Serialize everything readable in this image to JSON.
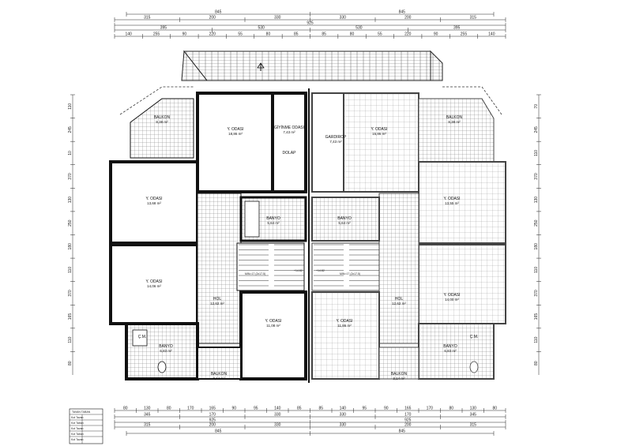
{
  "dims_top": {
    "row1": [
      "845",
      "845"
    ],
    "row2": [
      "315",
      "200",
      "330",
      "330",
      "200",
      "315"
    ],
    "row3": [
      "925"
    ],
    "row4": [
      "395",
      "530",
      "530",
      "395"
    ],
    "row5": [
      "140",
      "255",
      "90",
      "220",
      "55",
      "80",
      "85",
      "85",
      "80",
      "55",
      "220",
      "90",
      "255",
      "140"
    ]
  },
  "dims_bottom": {
    "row1": [
      "80",
      "130",
      "80",
      "170",
      "165",
      "90",
      "95",
      "140",
      "85",
      "85",
      "140",
      "95",
      "90",
      "165",
      "170",
      "80",
      "130",
      "80"
    ],
    "row2": [
      "345",
      "170",
      "330",
      "330",
      "170",
      "345"
    ],
    "row3": [
      "925",
      "925"
    ],
    "row4": [
      "315",
      "200",
      "330",
      "330",
      "200",
      "315"
    ],
    "row5": [
      "845",
      "845"
    ]
  },
  "dims_left": [
    "110",
    "245",
    "10",
    "370",
    "130",
    "250",
    "180",
    "110",
    "370",
    "165",
    "110",
    "80"
  ],
  "dims_right": [
    "70",
    "245",
    "110",
    "370",
    "130",
    "250",
    "180",
    "110",
    "370",
    "165",
    "110",
    "80"
  ],
  "rooms": [
    {
      "key": "balkon-left-top",
      "name": "BALKON",
      "area": "8,38 m²"
    },
    {
      "key": "yodasi-left-top",
      "name": "Y. ODASI",
      "area": "18,86 m²"
    },
    {
      "key": "giyinme-left",
      "name": "GİYİNME ODASI",
      "area": "7,43 m²"
    },
    {
      "key": "dolap-left",
      "name": "DOLAP",
      "area": ""
    },
    {
      "key": "yodasi-left-mid",
      "name": "Y. ODASI",
      "area": "13,68 m²"
    },
    {
      "key": "banyo-left-mid",
      "name": "BANYO",
      "area": "5,64 m²"
    },
    {
      "key": "yodasi-left-low",
      "name": "Y. ODASI",
      "area": "14,06 m²"
    },
    {
      "key": "hol-left",
      "name": "HOL",
      "area": "12,62 m²"
    },
    {
      "key": "yodasi-left-bottom",
      "name": "Y. ODASI",
      "area": "11,08 m²"
    },
    {
      "key": "banyo-left-low",
      "name": "BANYO",
      "area": "6,83 m²"
    },
    {
      "key": "cm-left",
      "name": "Ç.M.",
      "area": ""
    },
    {
      "key": "balkon-left-bottom",
      "name": "BALKON",
      "area": "3,14 m²"
    },
    {
      "key": "gardrop-right",
      "name": "GARDIROP",
      "area": "7,43 m²"
    },
    {
      "key": "yodasi-right-top",
      "name": "Y. ODASI",
      "area": "15,86 m²"
    },
    {
      "key": "balkon-right-top",
      "name": "BALKON",
      "area": "8,38 m²"
    },
    {
      "key": "yodasi-right-mid",
      "name": "Y. ODASI",
      "area": "13,55 m²"
    },
    {
      "key": "banyo-right-mid",
      "name": "BANYO",
      "area": "5,64 m²"
    },
    {
      "key": "yodasi-right-low",
      "name": "Y. ODASI",
      "area": "14,00 m²"
    },
    {
      "key": "hol-right",
      "name": "HOL",
      "area": "12,62 m²"
    },
    {
      "key": "yodasi-right-bottom",
      "name": "Y. ODASI",
      "area": "11,86 m²"
    },
    {
      "key": "banyo-right-low",
      "name": "BANYO",
      "area": "6,83 m²"
    },
    {
      "key": "cm-right",
      "name": "Ç.M.",
      "area": ""
    },
    {
      "key": "balkon-right-bottom",
      "name": "BALKON",
      "area": "3,14 m²"
    }
  ],
  "stair_labels": [
    "MIN=17 (2x17.5)",
    "MIN=17 (2x17.5)"
  ],
  "levels": [
    "+14.82",
    "+14.82"
  ],
  "legend": {
    "title": "TAVAN TABAN",
    "rows": [
      "Kot Tavan",
      "Kot Taban",
      "Kot Tavan",
      "Kot Taban",
      "Kot Tavan"
    ]
  }
}
